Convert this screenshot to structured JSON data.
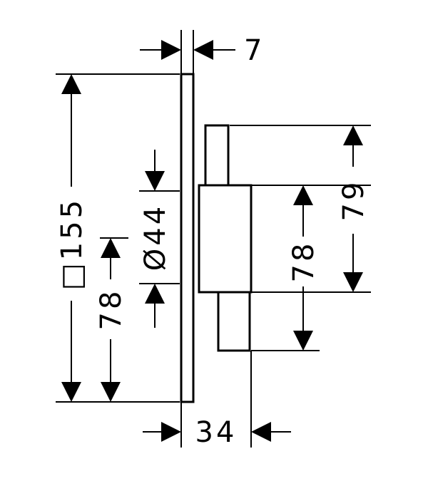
{
  "drawing": {
    "dimensions": {
      "plate_thickness": "7",
      "plate_size": "□155",
      "left_offset": "78",
      "diameter": "Ø44",
      "right_inner_height": "78",
      "right_outer_height": "79",
      "depth": "34"
    }
  }
}
